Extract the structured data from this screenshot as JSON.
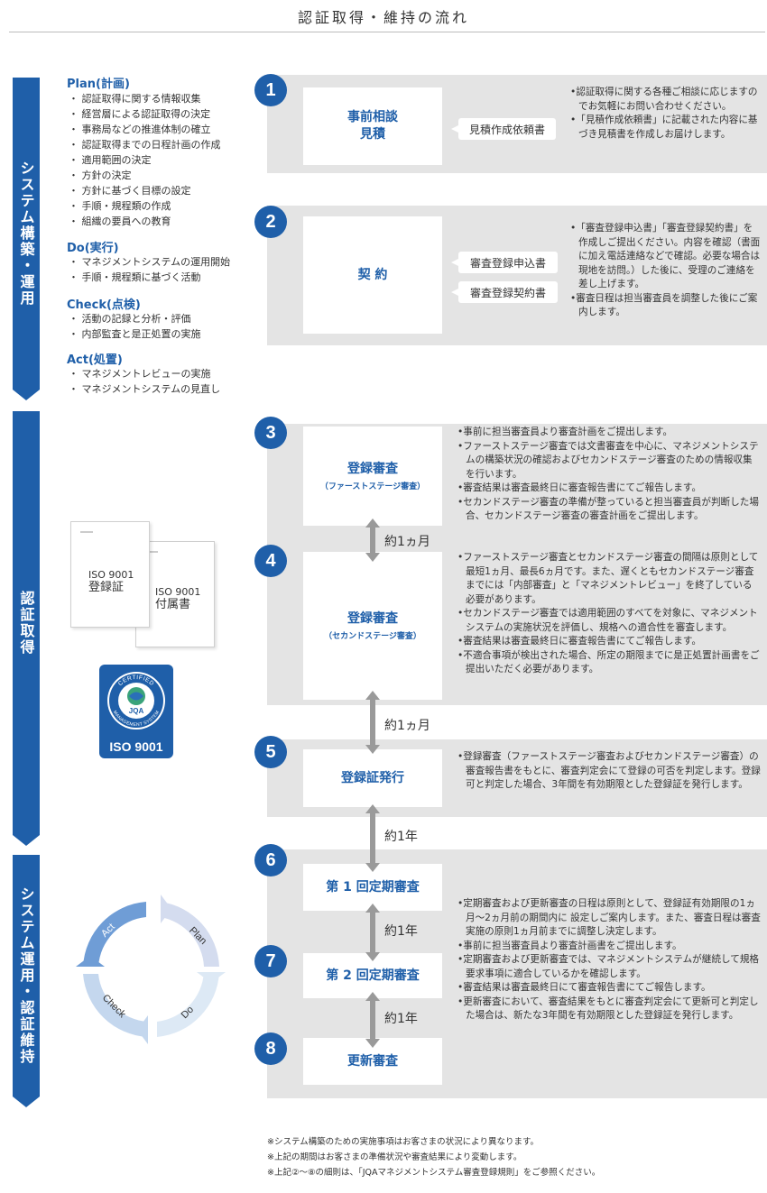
{
  "title": "認証取得・維持の流れ",
  "phases": [
    {
      "label": "システム構築・運用"
    },
    {
      "label": "認証取得"
    },
    {
      "label": "システム運用・認証維持"
    }
  ],
  "pdca": [
    {
      "heading": "Plan(計画)",
      "items": [
        "認証取得に関する情報収集",
        "経営層による認証取得の決定",
        "事務局などの推進体制の確立",
        "認証取得までの日程計画の作成",
        "適用範囲の決定",
        "方針の決定",
        "方針に基づく目標の設定",
        "手順・規程類の作成",
        "組織の要員への教育"
      ]
    },
    {
      "heading": "Do(実行)",
      "items": [
        "マネジメントシステムの運用開始",
        "手順・規程類に基づく活動"
      ]
    },
    {
      "heading": "Check(点検)",
      "items": [
        "活動の記録と分析・評価",
        "内部監査と是正処置の実施"
      ]
    },
    {
      "heading": "Act(処置)",
      "items": [
        "マネジメントレビューの実施",
        "マネジメントシステムの見直し"
      ]
    }
  ],
  "steps": [
    {
      "num": "1",
      "name1": "事前相談",
      "name2": "見積",
      "sub": ""
    },
    {
      "num": "2",
      "name1": "契 約",
      "name2": "",
      "sub": ""
    },
    {
      "num": "3",
      "name1": "登録審査",
      "name2": "",
      "sub": "（ファーストステージ審査）"
    },
    {
      "num": "4",
      "name1": "登録審査",
      "name2": "",
      "sub": "（セカンドステージ審査）"
    },
    {
      "num": "5",
      "name1": "登録証発行",
      "name2": "",
      "sub": ""
    },
    {
      "num": "6",
      "name1": "第 1 回定期審査",
      "name2": "",
      "sub": ""
    },
    {
      "num": "7",
      "name1": "第 2 回定期審査",
      "name2": "",
      "sub": ""
    },
    {
      "num": "8",
      "name1": "更新審査",
      "name2": "",
      "sub": ""
    }
  ],
  "documents": {
    "estimate_request": "見積作成依頼書",
    "audit_application": "審査登録申込書",
    "audit_contract": "審査登録契約書"
  },
  "descriptions": {
    "step1": [
      "認証取得に関する各種ご相談に応じますのでお気軽にお問い合わせください。",
      "「見積作成依頼書」に記載された内容に基づき見積書を作成しお届けします。"
    ],
    "step2": [
      "「審査登録申込書」「審査登録契約書」を作成しご提出ください。内容を確認（書面に加え電話連絡などで確認。必要な場合は現地を訪問。）した後に、受理のご連絡を差し上げます。",
      "審査日程は担当審査員を調整した後にご案内します。"
    ],
    "step3": [
      "事前に担当審査員より審査計画をご提出します。",
      "ファーストステージ審査では文書審査を中心に、マネジメントシステムの構築状況の確認およびセカンドステージ審査のための情報収集を行います。",
      "審査結果は審査最終日に審査報告書にてご報告します。",
      "セカンドステージ審査の準備が整っていると担当審査員が判断した場合、セカンドステージ審査の審査計画をご提出します。"
    ],
    "step4": [
      "ファーストステージ審査とセカンドステージ審査の間隔は原則として最短1ヵ月、最長6ヵ月です。また、遅くともセカンドステージ審査までには「内部審査」と「マネジメントレビュー」を終了している必要があります。",
      "セカンドステージ審査では適用範囲のすべてを対象に、マネジメントシステムの実施状況を評価し、規格への適合性を審査します。",
      "審査結果は審査最終日に審査報告書にてご報告します。",
      "不適合事項が検出された場合、所定の期限までに是正処置計画書をご提出いただく必要があります。"
    ],
    "step5": [
      "登録審査（ファーストステージ審査およびセカンドステージ審査）の審査報告書をもとに、審査判定会にて登録の可否を判定します。登録可と判定した場合、3年間を有効期限とした登録証を発行します。"
    ],
    "step678": [
      "定期審査および更新審査の日程は原則として、登録証有効期限の1ヵ月～2ヵ月前の期間内に 設定しご案内します。また、審査日程は審査実施の原則1ヵ月前までに調整し決定します。",
      "事前に担当審査員より審査計画書をご提出します。",
      "定期審査および更新審査では、マネジメントシステムが継続して規格要求事項に適合しているかを確認します。",
      "審査結果は審査最終日にて審査報告書にてご報告します。",
      "更新審査において、審査結果をもとに審査判定会にて更新可と判定した場合は、新たな3年間を有効期限とした登録証を発行します。"
    ]
  },
  "periods": [
    "約1ヵ月",
    "約1ヵ月",
    "約1年",
    "約1年",
    "約1年"
  ],
  "certificate": {
    "line1": "ISO 9001",
    "line2": "登録証"
  },
  "appendix": {
    "line1": "ISO 9001",
    "line2": "付属書"
  },
  "badge": {
    "top": "CERTIFIED",
    "ring": "MANAGEMENT SYSTEM",
    "mark": "JQA",
    "bottom": "ISO 9001"
  },
  "cycle": {
    "plan": "Plan",
    "do": "Do",
    "check": "Check",
    "act": "Act"
  },
  "notes": [
    "※システム構築のための実施事項はお客さまの状況により異なります。",
    "※上記の期間はお客さまの準備状況や審査結果により変動します。",
    "※上記②～⑧の細則は、「JQAマネジメントシステム審査登録規則」をご参照ください。"
  ]
}
